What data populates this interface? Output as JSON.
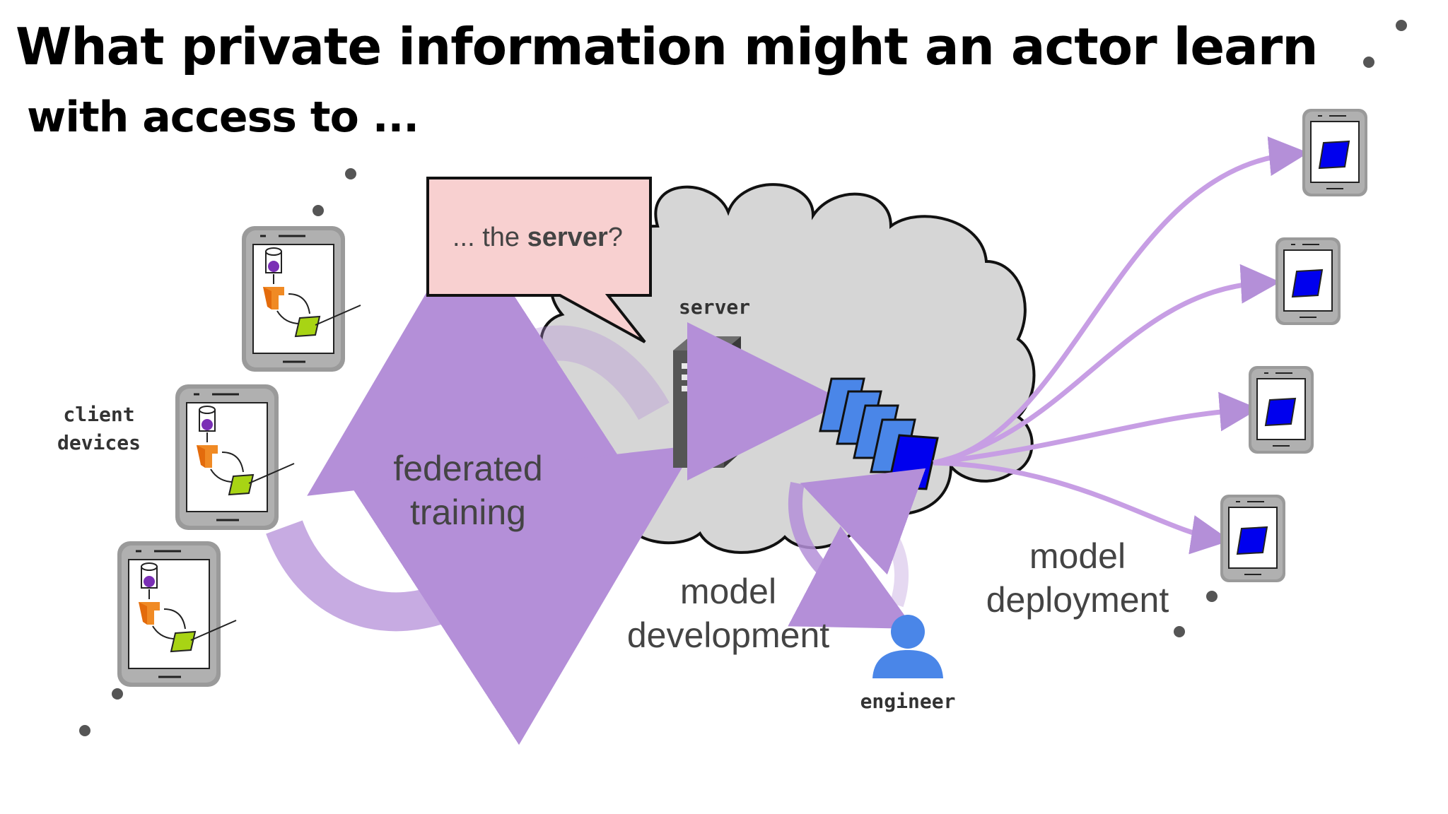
{
  "header": {
    "title": "What private information might an actor learn",
    "subtitle": "with access to ..."
  },
  "callout": {
    "prefix": "... the ",
    "emphasis": "server",
    "suffix": "?"
  },
  "labels": {
    "server": "server",
    "client_devices_line1": "client",
    "client_devices_line2": "devices",
    "federated_line1": "federated",
    "federated_line2": "training",
    "development_line1": "model",
    "development_line2": "development",
    "deployment_line1": "model",
    "deployment_line2": "deployment",
    "engineer": "engineer"
  },
  "colors": {
    "arrow_purple": "#b48fd8",
    "callout_fill": "#f8d0d0",
    "cloud_fill": "#d6d6d6",
    "model_blue": "#0000ee",
    "layer_blue": "#4a86e8",
    "engineer_blue": "#4a86e8",
    "device_green": "#a8d414"
  }
}
